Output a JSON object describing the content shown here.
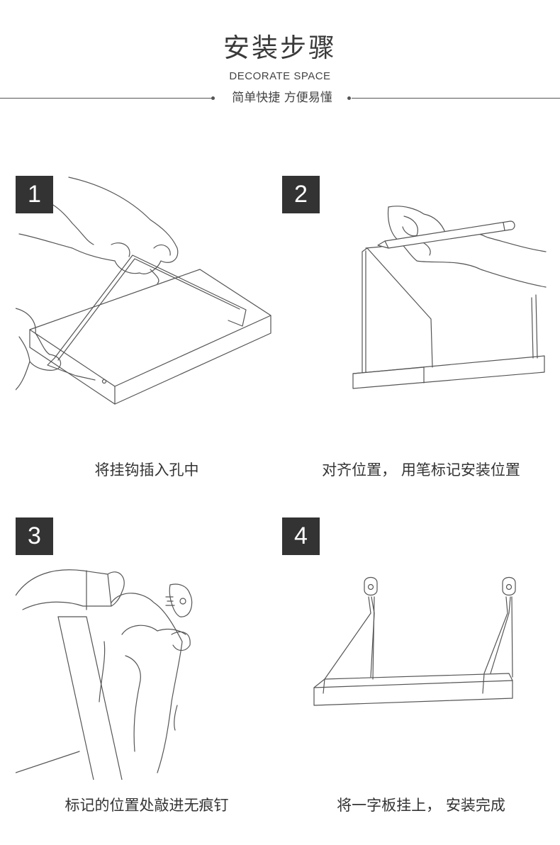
{
  "header": {
    "title": "安装步骤",
    "subtitle": "DECORATE SPACE",
    "tagline": "简单快捷 方便易懂"
  },
  "steps": [
    {
      "number": "1",
      "caption": "将挂钩插入孔中"
    },
    {
      "number": "2",
      "caption": "对齐位置， 用笔标记安装位置"
    },
    {
      "number": "3",
      "caption": "标记的位置处敲进无痕钉"
    },
    {
      "number": "4",
      "caption": "将一字板挂上， 安装完成"
    }
  ],
  "colors": {
    "badge": "#333333",
    "line_art": "#555555",
    "text": "#333333"
  }
}
